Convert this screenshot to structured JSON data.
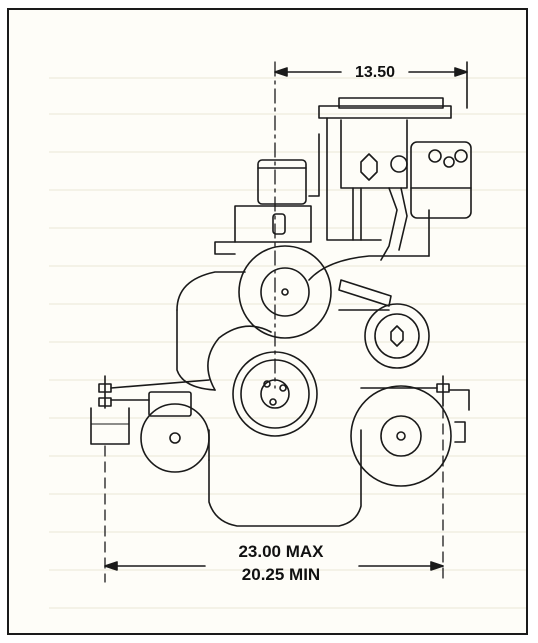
{
  "dimensions": {
    "top_width": "13.50",
    "bottom_max": "23.00 MAX",
    "bottom_min": "20.25 MIN"
  },
  "colors": {
    "line": "#1a1a1a",
    "paper": "#fefdf8",
    "bleed_text": "#d9d5c2"
  }
}
